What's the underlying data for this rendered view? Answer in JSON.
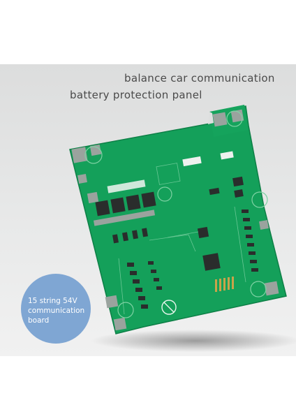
{
  "header": {
    "title_line1": "balance car communication",
    "title_line2": "battery protection panel"
  },
  "badge": {
    "line1": "15 string 54V",
    "line2": "communication",
    "line3": "board"
  },
  "colors": {
    "pcb": "#14a05a",
    "pcb_dark": "#0d7f46",
    "pad": "#9aa39e",
    "chip": "#2a2d2c",
    "badge": "#7fa6d3",
    "title_text": "#4a4a4a"
  }
}
